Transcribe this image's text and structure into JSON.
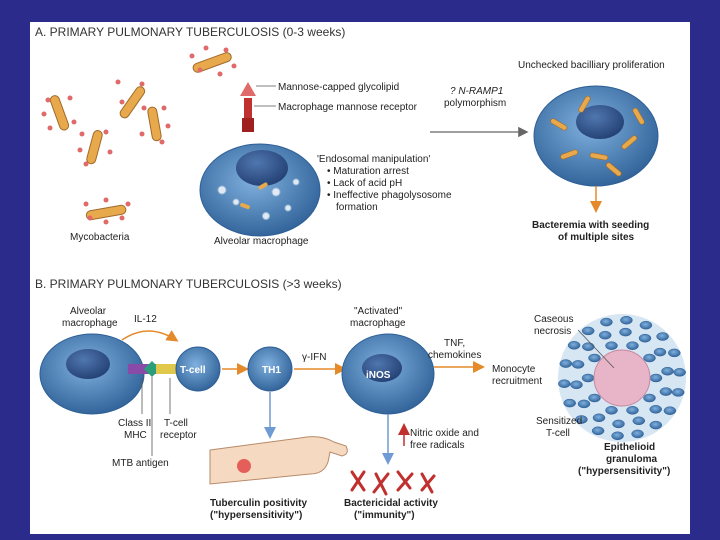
{
  "section_a": {
    "title": "A. PRIMARY PULMONARY TUBERCULOSIS (0-3 weeks)",
    "mannose_glycolipid": "Mannose-capped glycolipid",
    "mannose_receptor": "Macrophage mannose receptor",
    "nramp_1": "? N-RAMP1",
    "nramp_2": "polymorphism",
    "unchecked": "Unchecked bacilliary proliferation",
    "endosomal": "'Endosomal manipulation'",
    "bullet_1": "• Maturation arrest",
    "bullet_2": "• Lack of acid pH",
    "bullet_3": "• Ineffective phagolysosome",
    "bullet_3b": "formation",
    "mycobacteria": "Mycobacteria",
    "alveolar_macrophage": "Alveolar macrophage",
    "bacteremia_1": "Bacteremia with seeding",
    "bacteremia_2": "of multiple sites"
  },
  "section_b": {
    "title": "B. PRIMARY PULMONARY TUBERCULOSIS (>3 weeks)",
    "alveolar_1": "Alveolar",
    "alveolar_2": "macrophage",
    "il12": "IL-12",
    "tcell": "T-cell",
    "th1": "TH1",
    "ifn": "γ-IFN",
    "activated_1": "\"Activated\"",
    "activated_2": "macrophage",
    "inos": "iNOS",
    "tnf_1": "TNF,",
    "tnf_2": "chemokines",
    "monocyte_1": "Monocyte",
    "monocyte_2": "recruitment",
    "caseous_1": "Caseous",
    "caseous_2": "necrosis",
    "class2_1": "Class II",
    "class2_2": "MHC",
    "tcr_1": "T-cell",
    "tcr_2": "receptor",
    "mtb": "MTB antigen",
    "nitric_1": "Nitric oxide and",
    "nitric_2": "free radicals",
    "sensitized_1": "Sensitized",
    "sensitized_2": "T-cell",
    "epithelioid_1": "Epithelioid",
    "epithelioid_2": "granuloma",
    "epithelioid_3": "(\"hypersensitivity\")",
    "tuberculin_1": "Tuberculin positivity",
    "tuberculin_2": "(\"hypersensitivity\")",
    "bactericidal_1": "Bactericidal activity",
    "bactericidal_2": "(\"immunity\")"
  },
  "colors": {
    "cell": "#4f88bf",
    "cell_dark": "#2d5f96",
    "nucleus": "#2b4f86",
    "bacillus": "#e7a94c",
    "arrow_orange": "#e58a2a",
    "arrow_blue": "#6f9bd4",
    "receptor": "#c0302e"
  }
}
